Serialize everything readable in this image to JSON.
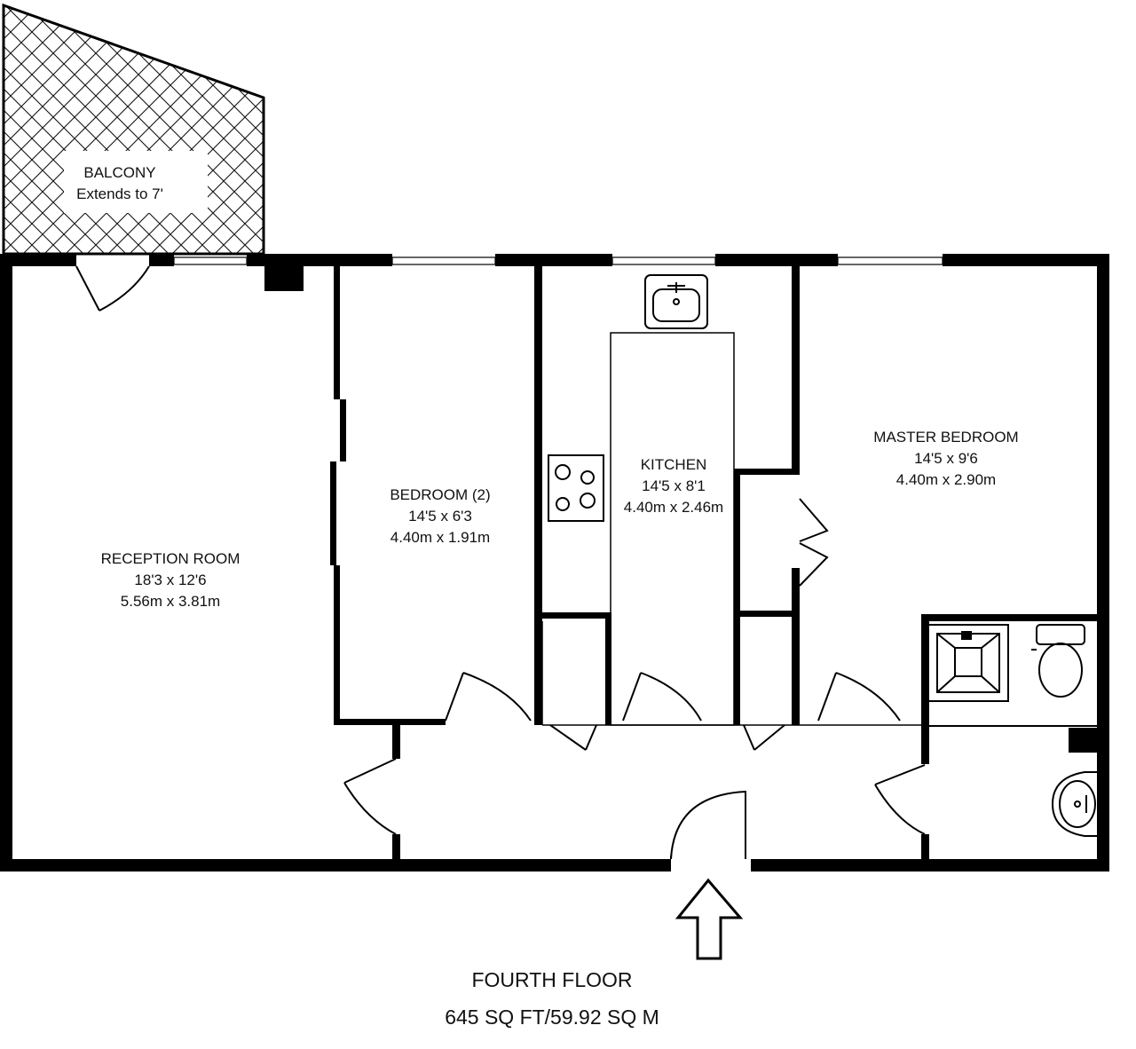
{
  "rooms": {
    "balcony": {
      "name": "BALCONY",
      "note": "Extends to 7'"
    },
    "reception": {
      "name": "RECEPTION ROOM",
      "imperial": "18'3 x 12'6",
      "metric": "5.56m x 3.81m"
    },
    "bedroom2": {
      "name": "BEDROOM (2)",
      "imperial": "14'5 x 6'3",
      "metric": "4.40m x 1.91m"
    },
    "kitchen": {
      "name": "KITCHEN",
      "imperial": "14'5 x 8'1",
      "metric": "4.40m x 2.46m"
    },
    "master": {
      "name": "MASTER BEDROOM",
      "imperial": "14'5 x 9'6",
      "metric": "4.40m x 2.90m"
    }
  },
  "footer": {
    "floor": "FOURTH FLOOR",
    "area": "645 SQ FT/59.92 SQ M"
  },
  "colors": {
    "wall": "#000000",
    "background": "#ffffff",
    "text": "#111111"
  }
}
